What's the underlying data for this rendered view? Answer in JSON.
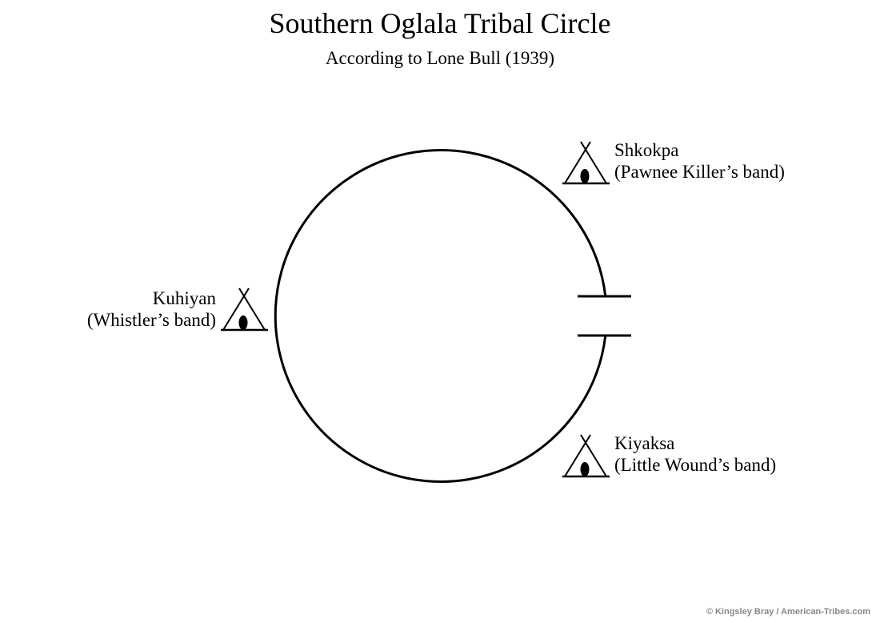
{
  "title": "Southern Oglala Tribal Circle",
  "subtitle": "According to Lone Bull (1939)",
  "bands": [
    {
      "name": "Shkokpa",
      "leader": "(Pawnee Killer’s band)"
    },
    {
      "name": "Kuhiyan",
      "leader": "(Whistler’s band)"
    },
    {
      "name": "Kiyaksa",
      "leader": "(Little Wound’s band)"
    }
  ],
  "credit": "© Kingsley Bray / American-Tribes.com"
}
